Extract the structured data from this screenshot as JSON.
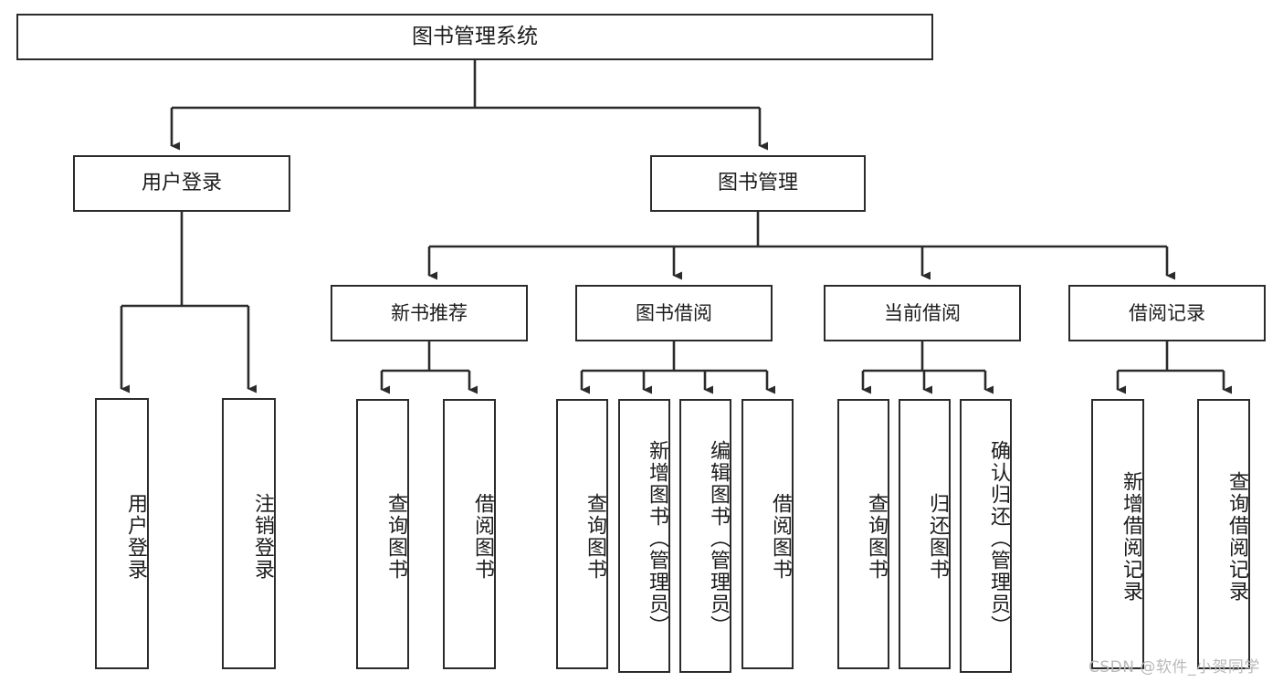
{
  "diagram": {
    "type": "tree-hierarchy-chart",
    "title": "图书管理系统",
    "root": {
      "label": "图书管理系统"
    },
    "level2": [
      {
        "label": "用户登录"
      },
      {
        "label": "图书管理"
      }
    ],
    "level3": [
      {
        "label": "新书推荐"
      },
      {
        "label": "图书借阅"
      },
      {
        "label": "当前借阅"
      },
      {
        "label": "借阅记录"
      }
    ],
    "leaves": {
      "user_login": [
        {
          "label": "用户登录"
        },
        {
          "label": "注销登录"
        }
      ],
      "new_book_recommend": [
        {
          "label": "查询图书"
        },
        {
          "label": "借阅图书"
        }
      ],
      "book_borrow": [
        {
          "label": "查询图书"
        },
        {
          "label": "新增图书（管理员）"
        },
        {
          "label": "编辑图书（管理员）"
        },
        {
          "label": "借阅图书"
        }
      ],
      "current_borrow": [
        {
          "label": "查询图书"
        },
        {
          "label": "归还图书"
        },
        {
          "label": "确认归还（管理员）"
        }
      ],
      "borrow_record": [
        {
          "label": "新增借阅记录"
        },
        {
          "label": "查询借阅记录"
        }
      ]
    }
  },
  "watermark": {
    "text": "CSDN @软件_小贺同学"
  },
  "colors": {
    "stroke": "#2b2b2b",
    "fill": "#ffffff",
    "text": "#1c1c1c",
    "watermark": "#b9b9b9"
  }
}
